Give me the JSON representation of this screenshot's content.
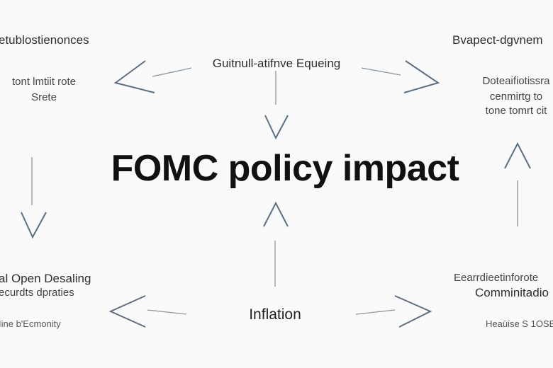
{
  "title": "FOMC policy impact",
  "nodes": {
    "top_left": {
      "heading": "etublostienonces",
      "lines": [
        "tont lmtiit rote",
        "Srete"
      ]
    },
    "top_center": {
      "heading": "Guitnull-atifnve Equeing"
    },
    "top_right": {
      "heading": "Bvapect-dgvnem",
      "lines": [
        "Doteaifiotissra",
        "cenmirtg to",
        "tone tomrt cit"
      ]
    },
    "bottom_left": {
      "lines": [
        "al Open Desaling",
        "ecurdts dpraties"
      ],
      "sub": "Iine b'Ecmonity"
    },
    "bottom_center": {
      "heading": "Inflation"
    },
    "bottom_right": {
      "lines": [
        "Eearrdieetinforote",
        "Comminitadio"
      ],
      "sub": "Heaüise S 1OSE"
    }
  }
}
